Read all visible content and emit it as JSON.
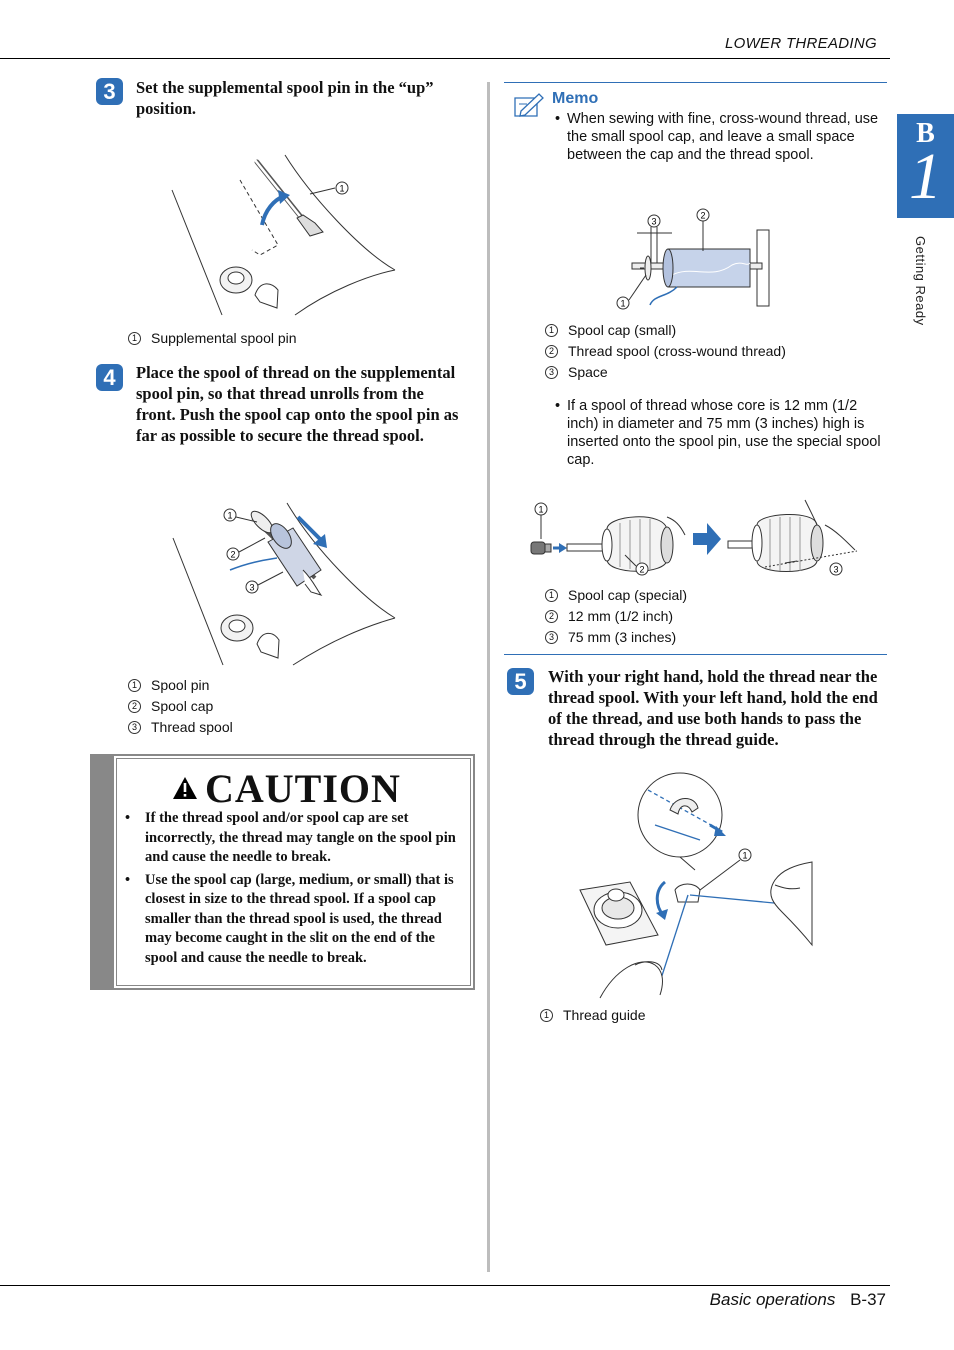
{
  "header": {
    "section_title": "LOWER THREADING"
  },
  "side_tab": {
    "letter": "B",
    "number": "1",
    "label": "Getting Ready"
  },
  "footer": {
    "title": "Basic operations",
    "page": "B-37"
  },
  "left": {
    "step3": {
      "number": "3",
      "text": "Set the supplemental spool pin in the “up” position.",
      "callouts": [
        "1"
      ],
      "legend": [
        {
          "num": "1",
          "label": "Supplemental spool pin"
        }
      ]
    },
    "step4": {
      "number": "4",
      "text": "Place the spool of thread on the supplemental spool pin, so that thread unrolls from the front. Push the spool cap onto the spool pin as far as possible to secure the thread spool.",
      "callouts": [
        "1",
        "2",
        "3"
      ],
      "legend": [
        {
          "num": "1",
          "label": "Spool pin"
        },
        {
          "num": "2",
          "label": "Spool cap"
        },
        {
          "num": "3",
          "label": "Thread spool"
        }
      ]
    },
    "caution": {
      "title": "CAUTION",
      "items": [
        "If the thread spool and/or spool cap are set incorrectly, the thread may tangle on the spool pin and cause the needle to break.",
        "Use the spool cap (large, medium, or small) that is closest in size to the thread spool. If a spool cap smaller than the thread spool is used, the thread may become caught in the slit on the end of the spool and cause the needle to break."
      ]
    }
  },
  "right": {
    "memo": {
      "title": "Memo",
      "bullet1": "When sewing with fine, cross-wound thread, use the small spool cap, and leave a small space between the cap and the thread spool.",
      "fig1_callouts": [
        "3",
        "2",
        "1"
      ],
      "legend1": [
        {
          "num": "1",
          "label": "Spool cap (small)"
        },
        {
          "num": "2",
          "label": "Thread spool (cross-wound thread)"
        },
        {
          "num": "3",
          "label": "Space"
        }
      ],
      "bullet2": "If a spool of thread whose core is 12 mm (1/2 inch) in diameter and 75 mm (3 inches) high is inserted onto the spool pin, use the special spool cap.",
      "fig2_callouts": [
        "1",
        "2",
        "3"
      ],
      "legend2": [
        {
          "num": "1",
          "label": "Spool cap (special)"
        },
        {
          "num": "2",
          "label": "12 mm (1/2 inch)"
        },
        {
          "num": "3",
          "label": "75 mm (3 inches)"
        }
      ]
    },
    "step5": {
      "number": "5",
      "text": "With your right hand, hold the thread near the thread spool. With your left hand, hold the end of the thread, and use both hands to pass the thread through the thread guide.",
      "callouts": [
        "1"
      ],
      "legend": [
        {
          "num": "1",
          "label": "Thread guide"
        }
      ]
    }
  },
  "colors": {
    "accent": "#2f6fb6",
    "caution_gray": "#888888",
    "thread_blue": "#2f6fb6"
  }
}
